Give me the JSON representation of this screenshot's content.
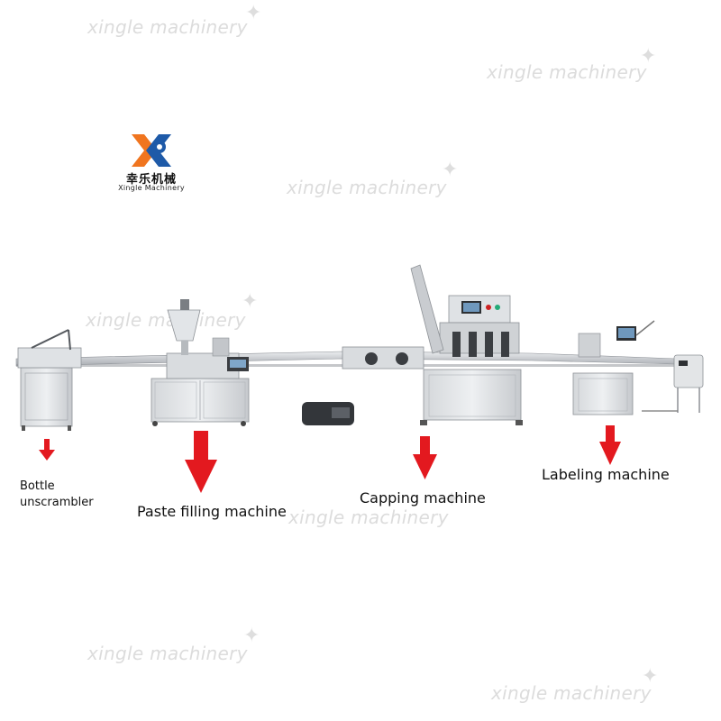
{
  "watermark": "xingle machinery",
  "logo": {
    "cn": "幸乐机械",
    "en": "Xingle Machinery",
    "colors": {
      "orange": "#f0751f",
      "blue": "#1e5aa8"
    }
  },
  "stations": [
    {
      "label_line1": "Bottle",
      "label_line2": "unscrambler"
    },
    {
      "label": "Paste filling machine"
    },
    {
      "label": "Capping machine"
    },
    {
      "label": "Labeling machine"
    }
  ],
  "arrow_color": "#e3191f"
}
